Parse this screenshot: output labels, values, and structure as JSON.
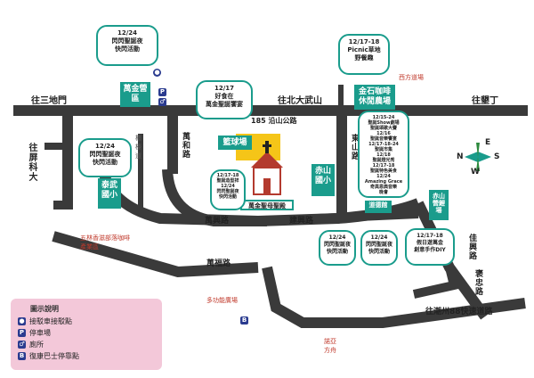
{
  "streets": {
    "to_sandimen": "往三地門",
    "to_pingtung_north_wushan": "往北大武山",
    "to_kenting": "往墾丁",
    "to_pingke": "往屏科大",
    "route185": "185 沿山公路",
    "wanhe": "萬和路",
    "wanxing": "萬興路",
    "jianxing": "建興路",
    "wanfu": "萬福路",
    "dongshan": "東山路",
    "to_chaozhou": "往潮州88快速道路",
    "jiaxing": "佳興路",
    "baozhong": "褒忠路",
    "west_temple_square": "西方道場",
    "nuoya_square": "諾亞方舟",
    "multifunction_square": "多功能廣場",
    "coffee_farm": "五林香滋部落咖啡產業區",
    "qianyang_park": "櫃檯道"
  },
  "places": {
    "wanjin_camp": "萬金營區",
    "basketball": "籃球場",
    "church": "萬金聖母聖殿",
    "chishan_school": "赤山國小",
    "taiwu_school": "泰武國小",
    "jinjin_coffee": "金石咖啡休閒農場",
    "chishan_lodge": "赤山營鯉場",
    "daode_hall": "道德館"
  },
  "callouts": {
    "c1": "12/24\n閃閃聖誕夜\n快閃活動",
    "c2": "12/17\n好食在\n萬金聖誕饗宴",
    "c3": "12/17-18\nPicnic草地\n野餐趣",
    "c4": "12/24\n閃閃聖誕夜\n快閃活動",
    "c5": "12/17-18\n聖誕造型祥\n12/24\n閃閃聖誕夜\n快閃活動",
    "c6": "12/15-24\n聖誕Show劇場\n聖誕頌歌大賽\n12/16\n聖誕音樂饗宴\n12/17-18-24\n聖誕市集\n12/18\n聖誕燈光秀\n12/17-18\n聖誕特色美食\n12/24\nAmazing Grace\n奇異恩典音樂\n晚會",
    "c7": "12/24\n閃閃聖誕夜\n快閃活動",
    "c8": "12/24\n閃閃聖誕夜\n快閃活動",
    "c9": "12/17-18\n假日遊萬金\n創意手作DIY"
  },
  "compass": {
    "n": "N",
    "e": "E",
    "s": "S",
    "w": "W"
  },
  "legend": {
    "title": "圖示說明",
    "items": [
      {
        "icon": "shuttle-stop-icon",
        "label": "接駁車接駁點"
      },
      {
        "icon": "parking-icon",
        "label": "停車場"
      },
      {
        "icon": "toilet-icon",
        "label": "廁所"
      },
      {
        "icon": "bus-stop-icon",
        "label": "復康巴士停靠點"
      }
    ]
  },
  "colors": {
    "teal": "#1a9c8c",
    "road": "#3a3a3a",
    "yellow": "#f5c518",
    "legend_bg": "#f3c8d9"
  }
}
